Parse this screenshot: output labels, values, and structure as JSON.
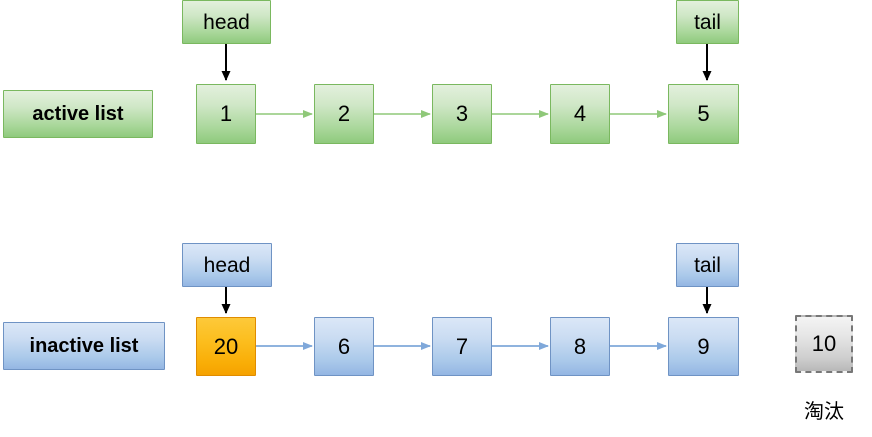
{
  "diagram": {
    "title": "LRU cache active / inactive linked list diagram",
    "colors": {
      "active_fill_top": "#e3f0dd",
      "active_fill_bottom": "#8fca7d",
      "active_border": "#7ab85f",
      "active_arrow": "#8fc879",
      "inactive_fill_top": "#dbe7f7",
      "inactive_fill_bottom": "#94b6e3",
      "inactive_border": "#6f93c4",
      "inactive_arrow": "#7fa8da",
      "highlight_fill_top": "#fdc93a",
      "highlight_fill_bottom": "#f5a200",
      "highlight_border": "#e08c00",
      "evicted_fill_top": "#f4f4f4",
      "evicted_fill_bottom": "#b8b8b8",
      "evicted_border": "#777777",
      "pointer_arrow": "#000000"
    },
    "rows": [
      {
        "id": "active",
        "label": "active list",
        "head_label": "head",
        "tail_label": "tail",
        "nodes": [
          {
            "value": "1",
            "style": "green"
          },
          {
            "value": "2",
            "style": "green"
          },
          {
            "value": "3",
            "style": "green"
          },
          {
            "value": "4",
            "style": "green"
          },
          {
            "value": "5",
            "style": "green"
          }
        ]
      },
      {
        "id": "inactive",
        "label": "inactive list",
        "head_label": "head",
        "tail_label": "tail",
        "nodes": [
          {
            "value": "20",
            "style": "orange"
          },
          {
            "value": "6",
            "style": "blue"
          },
          {
            "value": "7",
            "style": "blue"
          },
          {
            "value": "8",
            "style": "blue"
          },
          {
            "value": "9",
            "style": "blue"
          }
        ]
      }
    ],
    "evicted": {
      "value": "10",
      "caption": "淘汰"
    }
  }
}
